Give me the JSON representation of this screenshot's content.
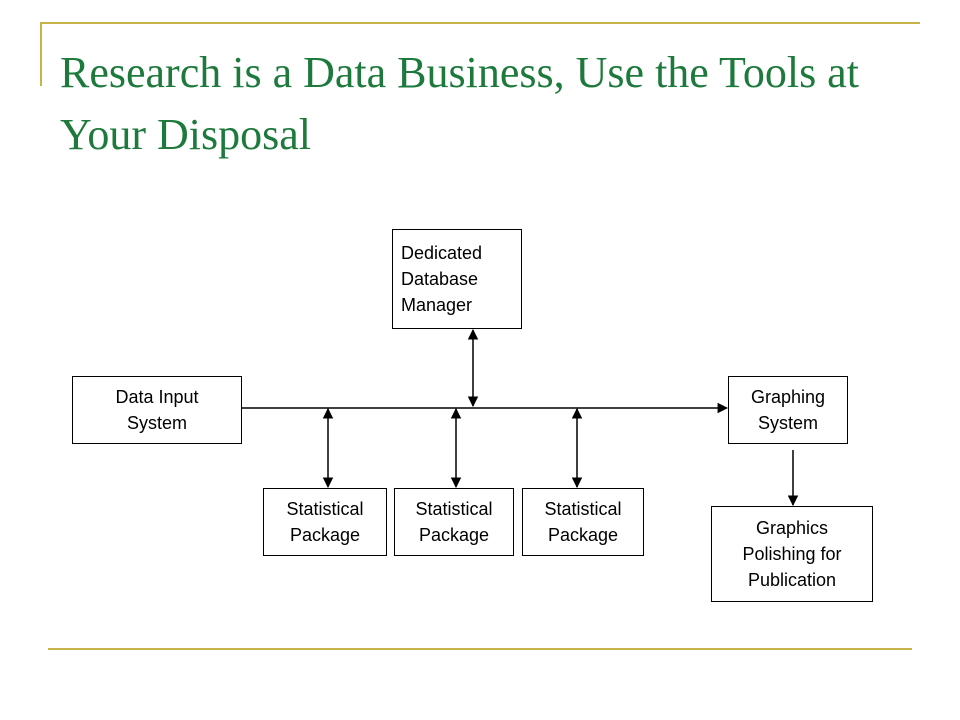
{
  "slide": {
    "title": "Research is a Data Business, Use the Tools at Your Disposal"
  },
  "diagram": {
    "nodes": {
      "database_manager": "Dedicated\nDatabase\nManager",
      "data_input": "Data Input\nSystem",
      "graphing": "Graphing\nSystem",
      "stat_package_1": "Statistical\nPackage",
      "stat_package_2": "Statistical\nPackage",
      "stat_package_3": "Statistical\nPackage",
      "graphics_polishing": "Graphics\nPolishing for\nPublication"
    },
    "edges": [
      {
        "from": "data_input",
        "to": "graphing",
        "direction": "forward"
      },
      {
        "from": "bus",
        "to": "database_manager",
        "direction": "both"
      },
      {
        "from": "bus",
        "to": "stat_package_1",
        "direction": "both"
      },
      {
        "from": "bus",
        "to": "stat_package_2",
        "direction": "both"
      },
      {
        "from": "bus",
        "to": "stat_package_3",
        "direction": "both"
      },
      {
        "from": "graphing",
        "to": "graphics_polishing",
        "direction": "forward"
      }
    ]
  },
  "colors": {
    "title": "#1e7a3c",
    "accent_rule": "#c8b24a"
  }
}
